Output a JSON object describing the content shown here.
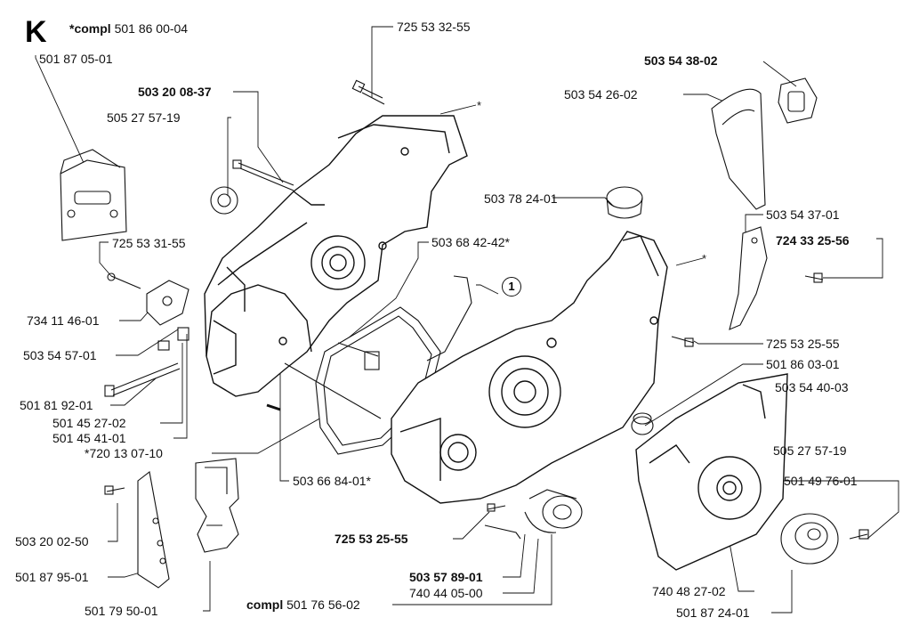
{
  "sheet_letter": "K",
  "header": {
    "prefix": "*compl",
    "part": "501 86 00-04"
  },
  "labels": {
    "l_501870501": "501 87 05-01",
    "l_725533255": "725 53 32-55",
    "l_503200837": "503 20 08-37",
    "l_505275719a": "505 27 57-19",
    "l_503543802": "503 54 38-02",
    "l_503542602": "503 54 26-02",
    "l_503782401": "503 78 24-01",
    "l_503543701": "503 54 37-01",
    "l_724332556": "724 33 25-56",
    "l_725533155": "725 53 31-55",
    "l_503684242": "503 68 42-42*",
    "l_734114601": "734 11 46-01",
    "l_503545701": "503 54 57-01",
    "l_725532555a": "725 53 25-55",
    "l_501860301": "501 86 03-01",
    "l_503544003": "503 54 40-03",
    "l_501819201": "501 81 92-01",
    "l_501452702": "501 45 27-02",
    "l_501454101": "501 45 41-01",
    "l_720130710": "*720 13 07-10",
    "l_505275719b": "505 27 57-19",
    "l_503668401": "503 66 84-01*",
    "l_501497601": "501 49 76-01",
    "l_503200250": "503 20 02-50",
    "l_725532555b": "725 53 25-55",
    "l_501879501": "501 87 95-01",
    "l_503578901": "503 57 89-01",
    "l_740440500": "740 44 05-00",
    "l_740482702": "740 48 27-02",
    "l_501795001": "501 79 50-01",
    "l_compl_prefix": "compl",
    "l_501765602": "501 76 56-02",
    "l_501872401": "501 87 24-01"
  },
  "callout_1": "1",
  "asterisk": "*"
}
